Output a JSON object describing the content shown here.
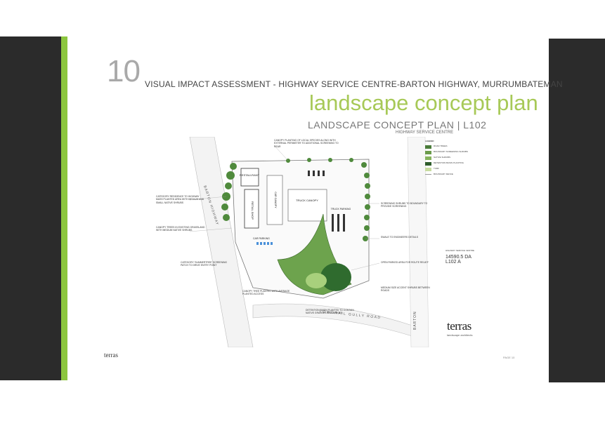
{
  "header": {
    "number": "10",
    "title": "VISUAL IMPACT ASSESSMENT - HIGHWAY SERVICE CENTRE-BARTON HIGHWAY, MURRUMBATEMAN",
    "subtitle": "landscape concept plan"
  },
  "plan": {
    "title": "LANDSCAPE CONCEPT PLAN | L102",
    "subtitle": "HIGHWAY SERVICE CENTRE",
    "labels": {
      "restaurant": "RESTAU-RANT",
      "retail": "RETAIL SHOP",
      "car_canopy": "CAR CANOPY",
      "truck_canopy": "TRUCK CANOPY",
      "car_parking": "CAR PARKING",
      "truck_parking": "TRUCK PARKING",
      "road_highway": "BARTON HIGHWAY",
      "road_lowgrail": "LOWGRAIL GULLY ROAD",
      "road_barton": "BARTON"
    }
  },
  "legend": {
    "title": "LEGEND",
    "items": [
      {
        "label": "ROAD TREES",
        "color": "#4a7c3a"
      },
      {
        "label": "BOUNDARY SCREENING SHRUBS",
        "color": "#6b9b4b"
      },
      {
        "label": "NATIVE SHRUBS",
        "color": "#86b35c"
      },
      {
        "label": "DETENTION BASIN PLANTING",
        "color": "#2f5d2c"
      },
      {
        "label": "TURF",
        "color": "#c8dca0"
      },
      {
        "label": "BOUNDARY FENCE",
        "color": "#999999"
      }
    ]
  },
  "notes": {
    "top": "CANOPY PLANTING OF LOCAL SPECIES ALONG WITH EXTERNAL PERIMETER TO ADDITIONAL SCREENING TO REAR",
    "left1": "CATEGORY RESIDENCE TO HIGHWAY MASS PLANTED AREA WITH MEDIUM AND SMALL NATIVE SHRUBS",
    "left2": "CANOPY TREES IN EXISTING GRASSLAND WITH MEDIUM NATIVE SHRUBS",
    "left3": "CATEGORY 'SUMMERTREE' SCREENING PATCH TO DRIVE ENTRY POINT",
    "bottom1": "CANOPY TREE PLANTED WITH AVERAGE PLANTED ACCESS",
    "bottom2": "DETENTION BASIN PLANTED TO CONTAIN NATIVE GRASSES AND SEDGES",
    "right1": "SCREENING SHRUBS TO BOUNDARY TO PROVIDE SCREENING",
    "right2": "SWALE TO ENGINEERS DETAILS",
    "right3": "OPEN PARKED AREA FOR ROUTE RELIEF",
    "right4": "MEDIUM SIZE ACCENT SHRUBS BETWEEN ROADS"
  },
  "title_block": {
    "client": "HIGHWAY SERVICE CENTRE",
    "drawing_no": "14590.5 DA L102 A"
  },
  "logo": {
    "name": "terras",
    "tagline": "landscape architects"
  },
  "footer": {
    "logo": "terras",
    "page": "PAGE 10"
  },
  "colors": {
    "accent": "#8cc63f",
    "subtitle": "#a7c957",
    "dark_bar": "#2b2b2b"
  }
}
